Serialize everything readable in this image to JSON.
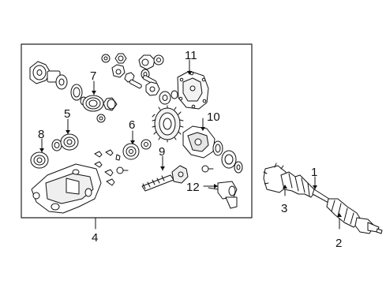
{
  "diagram": {
    "callouts": [
      {
        "id": "1",
        "text": "1"
      },
      {
        "id": "2",
        "text": "2"
      },
      {
        "id": "3",
        "text": "3"
      },
      {
        "id": "4",
        "text": "4"
      },
      {
        "id": "5",
        "text": "5"
      },
      {
        "id": "6",
        "text": "6"
      },
      {
        "id": "7",
        "text": "7"
      },
      {
        "id": "8",
        "text": "8"
      },
      {
        "id": "9",
        "text": "9"
      },
      {
        "id": "10",
        "text": "10"
      },
      {
        "id": "11",
        "text": "11"
      },
      {
        "id": "12",
        "text": "12"
      }
    ],
    "colors": {
      "line": "#111111",
      "fill": "#ffffff",
      "shade": "#d9d9d9"
    }
  }
}
